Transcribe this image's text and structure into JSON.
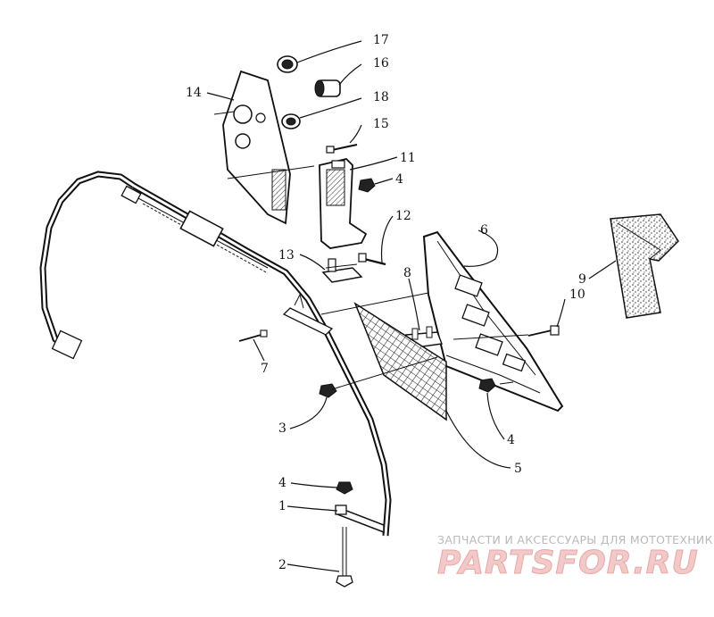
{
  "callouts": {
    "c1": "1",
    "c2": "2",
    "c3": "3",
    "c4a": "4",
    "c4b": "4",
    "c4c": "4",
    "c5": "5",
    "c6": "6",
    "c7": "7",
    "c8": "8",
    "c9": "9",
    "c10": "10",
    "c11": "11",
    "c12": "12",
    "c13": "13",
    "c14": "14",
    "c15": "15",
    "c16": "16",
    "c17": "17",
    "c18": "18"
  },
  "watermark": {
    "tagline": "ЗАПЧАСТИ И АКСЕССУАРЫ ДЛЯ МОТОТЕХНИКИ",
    "brand": "PARTSFOR.RU"
  }
}
